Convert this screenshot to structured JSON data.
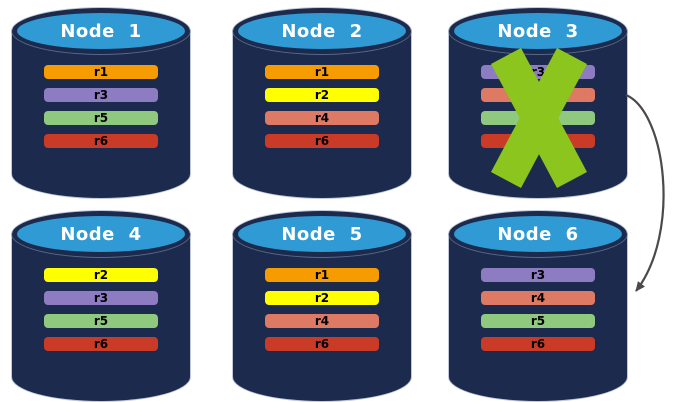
{
  "diagram": {
    "background": "#FFFFFF",
    "node_top_color": "#2F9AD3",
    "node_body_color": "#1C2A4D",
    "title_color": "#FFFFFF",
    "bar_text_color": "#000000",
    "failure_cross_color": "#8BC51D",
    "arrow_color": "#4A4A4A"
  },
  "replica_colors": {
    "r1": "#F79C00",
    "r2": "#FFFF00",
    "r3": "#8E7CC3",
    "r4": "#DE7963",
    "r5": "#8FC97E",
    "r6": "#C93A27"
  },
  "nodes": [
    {
      "title": "Node 1",
      "failed": false,
      "bars": [
        {
          "label": "r1",
          "color": "#F79C00"
        },
        {
          "label": "r3",
          "color": "#8E7CC3"
        },
        {
          "label": "r5",
          "color": "#8FC97E"
        },
        {
          "label": "r6",
          "color": "#C93A27"
        }
      ]
    },
    {
      "title": "Node 2",
      "failed": false,
      "bars": [
        {
          "label": "r1",
          "color": "#F79C00"
        },
        {
          "label": "r2",
          "color": "#FFFF00"
        },
        {
          "label": "r4",
          "color": "#DE7963"
        },
        {
          "label": "r6",
          "color": "#C93A27"
        }
      ]
    },
    {
      "title": "Node 3",
      "failed": true,
      "bars": [
        {
          "label": "r3",
          "color": "#8E7CC3"
        },
        {
          "label": "",
          "color": "#DE7963"
        },
        {
          "label": "",
          "color": "#8FC97E"
        },
        {
          "label": "",
          "color": "#C93A27"
        }
      ]
    },
    {
      "title": "Node 4",
      "failed": false,
      "bars": [
        {
          "label": "r2",
          "color": "#FFFF00"
        },
        {
          "label": "r3",
          "color": "#8E7CC3"
        },
        {
          "label": "r5",
          "color": "#8FC97E"
        },
        {
          "label": "r6",
          "color": "#C93A27"
        }
      ]
    },
    {
      "title": "Node 5",
      "failed": false,
      "bars": [
        {
          "label": "r1",
          "color": "#F79C00"
        },
        {
          "label": "r2",
          "color": "#FFFF00"
        },
        {
          "label": "r4",
          "color": "#DE7963"
        },
        {
          "label": "r6",
          "color": "#C93A27"
        }
      ]
    },
    {
      "title": "Node 6",
      "failed": false,
      "bars": [
        {
          "label": "r3",
          "color": "#8E7CC3"
        },
        {
          "label": "r4",
          "color": "#DE7963"
        },
        {
          "label": "r5",
          "color": "#8FC97E"
        },
        {
          "label": "r6",
          "color": "#C93A27"
        }
      ]
    }
  ]
}
